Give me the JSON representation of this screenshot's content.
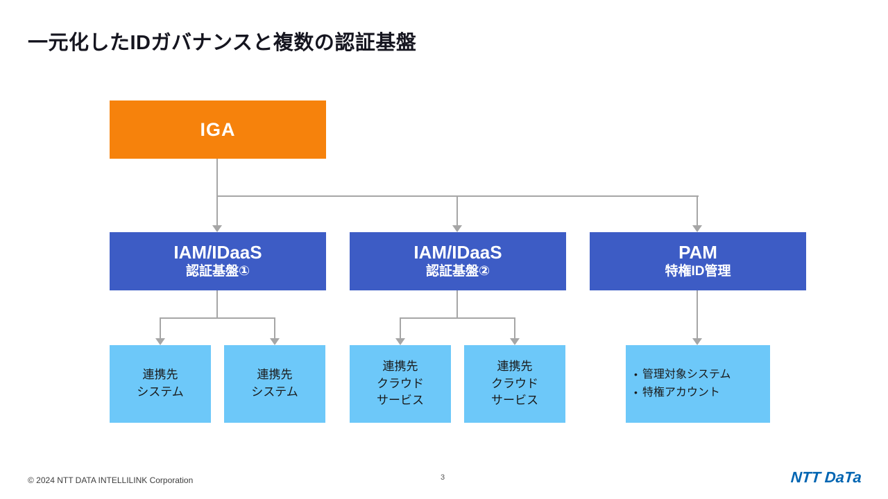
{
  "slide": {
    "title": "一元化したIDガバナンスと複数の認証基盤",
    "page_number": "3",
    "copyright": "© 2024 NTT DATA INTELLILINK  Corporation",
    "logo_text": "NTT DaTa"
  },
  "colors": {
    "root_box": "#F6820C",
    "platform_box": "#3D5CC5",
    "leaf_box": "#6DC8F9",
    "connector": "#A6A6A6",
    "title_text": "#15151f"
  },
  "diagram": {
    "root": {
      "label": "IGA"
    },
    "platforms": [
      {
        "title": "IAM/IDaaS",
        "subtitle": "認証基盤①"
      },
      {
        "title": "IAM/IDaaS",
        "subtitle": "認証基盤②"
      },
      {
        "title": "PAM",
        "subtitle": "特権ID管理"
      }
    ],
    "leaves": {
      "group1": [
        "連携先\nシステム",
        "連携先\nシステム"
      ],
      "group2": [
        "連携先\nクラウド\nサービス",
        "連携先\nクラウド\nサービス"
      ],
      "group3": {
        "bullet": "•",
        "items": [
          "管理対象システム",
          "特権アカウント"
        ]
      }
    }
  }
}
